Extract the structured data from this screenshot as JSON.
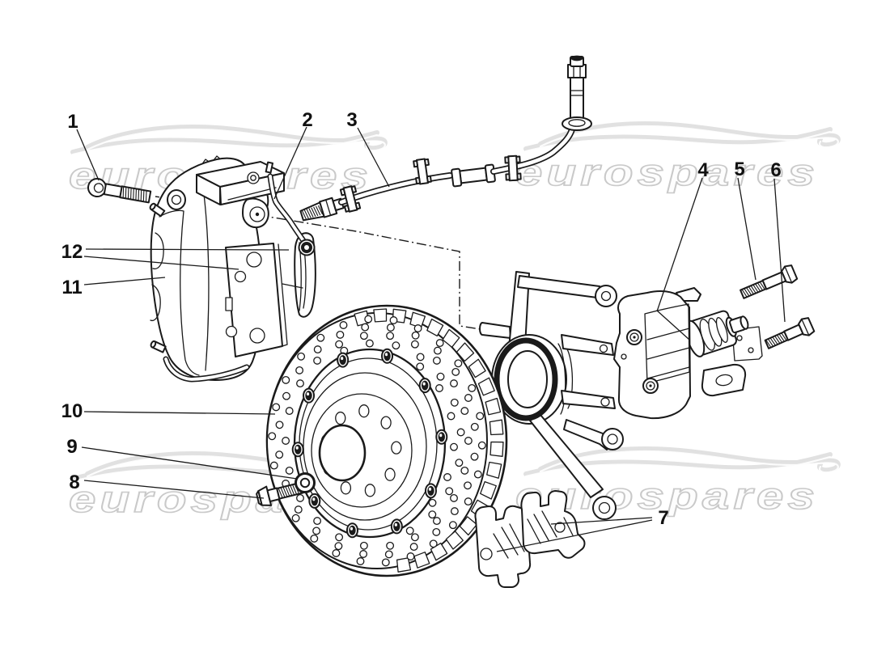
{
  "watermark": {
    "text": "eurospares"
  },
  "callouts": [
    "1",
    "2",
    "3",
    "4",
    "5",
    "6",
    "7",
    "8",
    "9",
    "10",
    "11",
    "12"
  ],
  "colors": {
    "ink": "#1a1a1a",
    "background": "#ffffff",
    "watermark_stroke": "#c7c7c7",
    "watermark_fill": "#fdfdfd",
    "swoosh_gray": "#dcdcdc"
  }
}
